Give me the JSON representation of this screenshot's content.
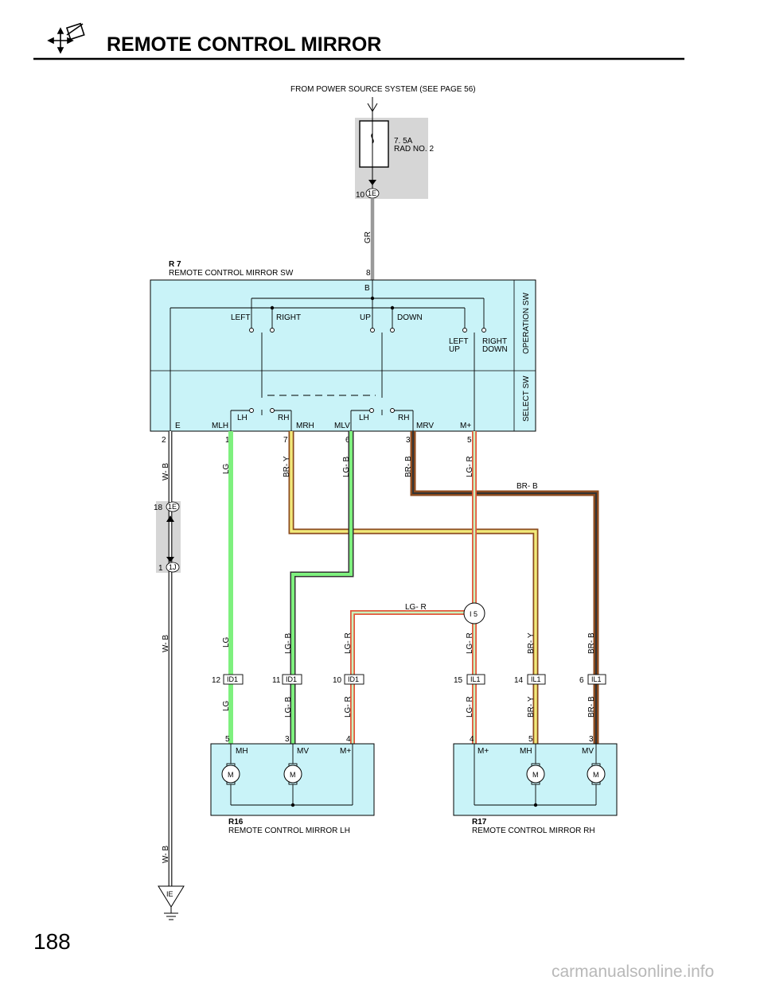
{
  "header": {
    "title": "REMOTE CONTROL MIRROR",
    "icon": "mirror-icon"
  },
  "power": {
    "from": "FROM POWER SOURCE SYSTEM (SEE PAGE 56)",
    "fuse_rating": "7. 5A",
    "fuse_name": "RAD NO. 2",
    "pin": "10",
    "connector": "1E"
  },
  "switch": {
    "code": "R 7",
    "name": "REMOTE CONTROL MIRROR SW",
    "gr_wire": "GR",
    "top_pin": "8",
    "top_term": "B",
    "op_labels": {
      "left": "LEFT",
      "right": "RIGHT",
      "up": "UP",
      "down": "DOWN",
      "left_up_1": "LEFT",
      "left_up_2": "UP",
      "right_down_1": "RIGHT",
      "right_down_2": "DOWN"
    },
    "sel_labels": {
      "lh1": "LH",
      "rh1": "RH",
      "lh2": "LH",
      "rh2": "RH"
    },
    "section_operation": "OPERATION SW",
    "section_select": "SELECT SW",
    "terminals": [
      "E",
      "MLH",
      "MRH",
      "MLV",
      "MRV",
      "M+"
    ],
    "pins": [
      "2",
      "1",
      "7",
      "6",
      "3",
      "5"
    ]
  },
  "wires": {
    "wb": "W- B",
    "lg": "LG",
    "bry": "BR- Y",
    "lgb": "LG- B",
    "brb": "BR- B",
    "lgr": "LG- R",
    "brb_run": "BR- B",
    "lgr_run": "LG- R"
  },
  "ground_connectors": {
    "pin_upper": "18",
    "conn_upper": "1E",
    "pin_lower": "1",
    "conn_lower": "1J",
    "ground": "IE"
  },
  "junction": "I 5",
  "inline_connectors": [
    {
      "pin": "12",
      "conn": "ID1"
    },
    {
      "pin": "11",
      "conn": "ID1"
    },
    {
      "pin": "10",
      "conn": "ID1"
    },
    {
      "pin": "15",
      "conn": "IL1"
    },
    {
      "pin": "14",
      "conn": "IL1"
    },
    {
      "pin": "6",
      "conn": "IL1"
    }
  ],
  "mirror_lh": {
    "code": "R16",
    "name": "REMOTE CONTROL MIRROR LH",
    "pins": [
      "5",
      "3",
      "4"
    ],
    "terms": [
      "MH",
      "MV",
      "M+"
    ],
    "motor": "M"
  },
  "mirror_rh": {
    "code": "R17",
    "name": "REMOTE CONTROL MIRROR RH",
    "pins": [
      "4",
      "5",
      "3"
    ],
    "terms": [
      "M+",
      "MH",
      "MV"
    ],
    "motor": "M"
  },
  "page_number": "188",
  "watermark": "carmanualsonline.info",
  "colors": {
    "box_fill": "#c9f3f8",
    "shade": "#d6d6d6",
    "lg": "#7ef07e",
    "brown": "#8b4a1e",
    "yellow": "#f2ea7a",
    "red": "#e2573a",
    "gray_wire": "#9a9a9a"
  }
}
